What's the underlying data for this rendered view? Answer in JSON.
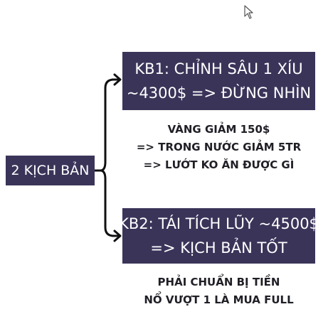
{
  "root": {
    "label": "2 KỊCH BẢN"
  },
  "scenario_1": {
    "box_lines": [
      "KB1: CHỈNH SÂU 1 XÍU",
      "~4300$ => ĐỪNG NHÌN"
    ],
    "notes": [
      "VÀNG GIẢM 150$",
      "=> TRONG NƯỚC GIẢM 5TR",
      "=> LƯỚT KO ĂN ĐƯỢC GÌ"
    ]
  },
  "scenario_2": {
    "box_lines": [
      "KB2: TÁI TÍCH LŨY ~4500$",
      "=> KỊCH BẢN TỐT"
    ],
    "notes": [
      "PHẢI CHUẨN BỊ TIỀN",
      "NỔ VƯỢT 1 LÀ MUA FULL"
    ]
  },
  "colors": {
    "box_fill": "#3b3459",
    "box_text": "#ffffff",
    "note_text": "#1f1f26",
    "connector": "#111111"
  },
  "icons": {
    "cursor": "mouse-pointer-icon"
  }
}
